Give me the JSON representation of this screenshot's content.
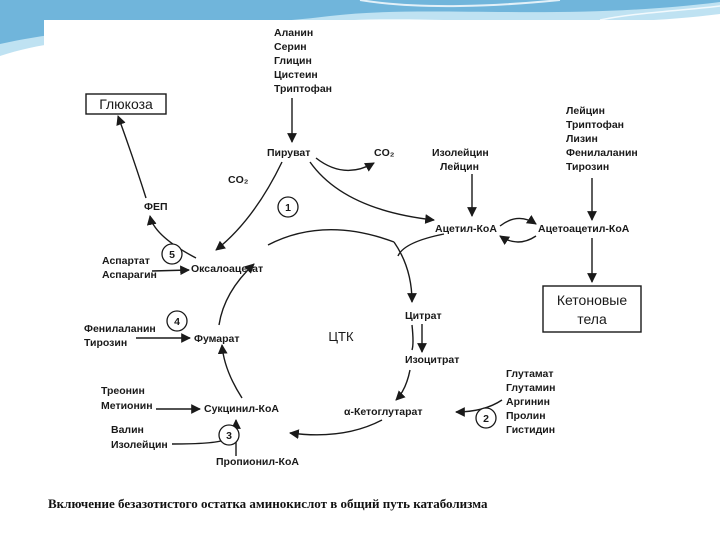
{
  "caption": "Включение безазотистого остатка аминокислот в общий путь катаболизма",
  "colors": {
    "accent": "#2f8fc9",
    "accent_light": "#bfe2f2",
    "ink": "#1a1a1a"
  },
  "diagram": {
    "center": "ЦТК",
    "boxes": {
      "glucose": "Глюкоза",
      "ketone_1": "Кетоновые",
      "ketone_2": "тела"
    },
    "nodes": {
      "pyruvate": "Пируват",
      "co2_right": "CO₂",
      "co2_left": "CO₂",
      "fep": "ФЕП",
      "oxaloacetate": "Оксалоацетат",
      "acetyl_coa": "Ацетил-КоА",
      "acetoacetyl_coa": "Ацетоацетил-КоА",
      "citrate": "Цитрат",
      "isocitrate": "Изоцитрат",
      "alpha_kg": "α-Кетоглутарат",
      "succinyl_coa": "Сукцинил-КоА",
      "fumarate": "Фумарат",
      "propionyl_coa": "Пропионил-КоА"
    },
    "groups": {
      "to_pyruvate": [
        "Аланин",
        "Серин",
        "Глицин",
        "Цистеин",
        "Триптофан"
      ],
      "to_acetyl": [
        "Изолейцин",
        "Лейцин"
      ],
      "to_acetoacetyl": [
        "Лейцин",
        "Триптофан",
        "Лизин",
        "Фенилаланин",
        "Тирозин"
      ],
      "to_oxaloacetate": [
        "Аспартат",
        "Аспарагин"
      ],
      "to_fumarate": [
        "Фенилаланин",
        "Тирозин"
      ],
      "to_succinyl": [
        "Треонин",
        "Метионин"
      ],
      "to_propionyl": [
        "Валин",
        "Изолейцин"
      ],
      "to_alpha_kg": [
        "Глутамат",
        "Глутамин",
        "Аргинин",
        "Пролин",
        "Гистидин"
      ]
    },
    "markers": [
      "1",
      "2",
      "3",
      "4",
      "5"
    ]
  }
}
